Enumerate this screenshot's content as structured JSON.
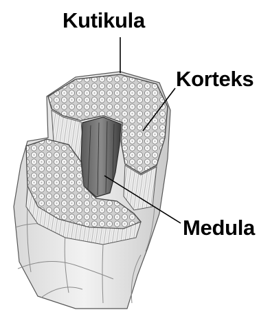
{
  "labels": {
    "cuticle": "Kutikula",
    "cortex": "Korteks",
    "medulla": "Medula"
  },
  "colors": {
    "ink": "#000000",
    "paper": "#ffffff",
    "shade_light": "#e8e8e8",
    "shade_mid": "#bdbdbd",
    "shade_dark": "#3a3a3a"
  }
}
